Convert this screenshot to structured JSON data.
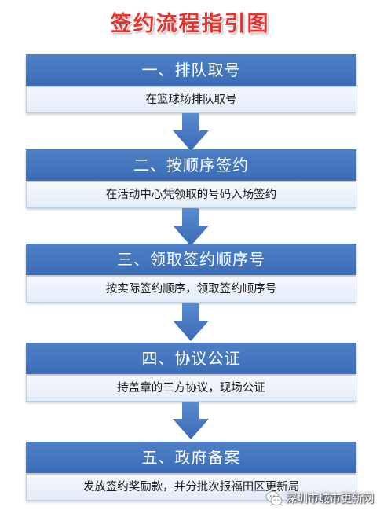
{
  "title": "签约流程指引图",
  "steps": [
    {
      "heading": "一、排队取号",
      "description": "在篮球场排队取号"
    },
    {
      "heading": "二、按顺序签约",
      "description": "在活动中心凭领取的号码入场签约"
    },
    {
      "heading": "三、领取签约顺序号",
      "description": "按实际签约顺序，领取签约顺序号"
    },
    {
      "heading": "四、协议公证",
      "description": "持盖章的三方协议，现场公证"
    },
    {
      "heading": "五、政府备案",
      "description": "发放签约奖励款，并分批次报福田区更新局"
    }
  ],
  "watermark": "深圳市城市更新网",
  "colors": {
    "title": "#e6322e",
    "header_bg": "#4472c4",
    "desc_bg": "#e8eff9",
    "arrow": "#4472c4"
  }
}
